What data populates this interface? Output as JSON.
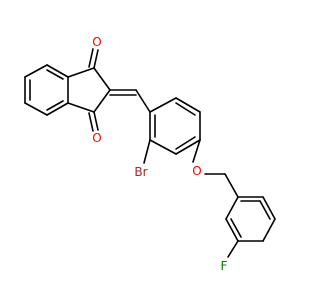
{
  "molecule": {
    "atoms": {
      "o1": "O",
      "o2": "O",
      "br": "Br",
      "o3": "O",
      "f": "F"
    }
  },
  "colors": {
    "bond": "#000000",
    "oxygen": "#ff0000",
    "bromine": "#a52a2a",
    "fluorine": "#008000",
    "background": "#ffffff"
  }
}
